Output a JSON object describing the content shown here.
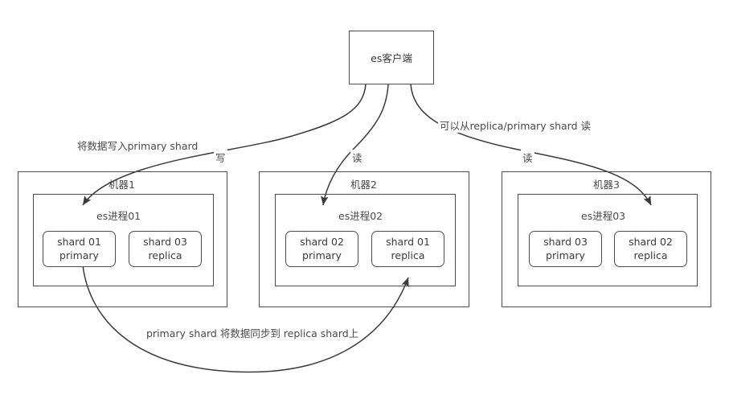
{
  "diagram": {
    "title_text": "es客户端",
    "client": {
      "label": "es客户端"
    },
    "machines": [
      {
        "name": "机器1",
        "process": "es进程01",
        "shards": [
          {
            "line1": "shard 01",
            "line2": "primary"
          },
          {
            "line1": "shard 03",
            "line2": "replica"
          }
        ]
      },
      {
        "name": "机器2",
        "process": "es进程02",
        "shards": [
          {
            "line1": "shard 02",
            "line2": "primary"
          },
          {
            "line1": "shard 01",
            "line2": "replica"
          }
        ]
      },
      {
        "name": "机器3",
        "process": "es进程03",
        "shards": [
          {
            "line1": "shard 03",
            "line2": "primary"
          },
          {
            "line1": "shard 02",
            "line2": "replica"
          }
        ]
      }
    ],
    "edges": {
      "write_desc": "将数据写入primary shard",
      "write_tag": "写",
      "read_tag_mid": "读",
      "read_tag_right": "读",
      "read_desc": "可以从replica/primary shard 读",
      "sync_desc": "primary shard 将数据同步到 replica shard上"
    },
    "colors": {
      "stroke": "#4d4d4d",
      "text": "#4a4a4a",
      "background": "#ffffff"
    }
  }
}
